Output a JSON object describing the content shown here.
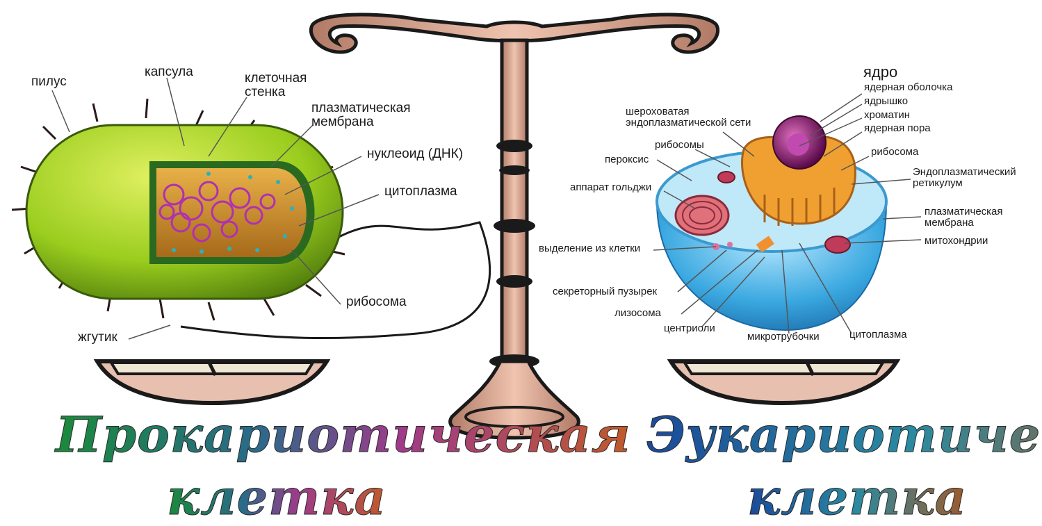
{
  "prokaryote": {
    "labels": {
      "pilus": "пилус",
      "capsule": "капсула",
      "cell_wall": "клеточная\nстенка",
      "plasma_membrane": "плазматическая\nмембрана",
      "nucleoid": "нуклеоид (ДНК)",
      "cytoplasm": "цитоплазма",
      "ribosome": "рибосома",
      "flagellum": "жгутик"
    },
    "title_line1": "Прокариотическая",
    "title_line2": "клетка",
    "colors": {
      "body": "#9acd1e",
      "interior": "#c98a2a",
      "dna": "#c040c0"
    }
  },
  "eukaryote": {
    "labels": {
      "nucleus": "ядро",
      "nuclear_envelope": "ядерная оболочка",
      "nucleolus": "ядрышко",
      "chromatin": "хроматин",
      "nuclear_pore": "ядерная пора",
      "rough_er": "шероховатая\nэндоплазматической сети",
      "ribosomes": "рибосомы",
      "ribosome": "рибосома",
      "peroxisome": "пероксис",
      "er": "Эндоплазматический\nретикулум",
      "golgi": "аппарат гольджи",
      "plasma_membrane": "плазматическая\nмембрана",
      "mitochondria": "митохондрии",
      "secretion": "выделение из клетки",
      "secretory_vesicle": "секреторный пузырек",
      "lysosome": "лизосома",
      "centrioles": "центриоли",
      "microtubules": "микротрубочки",
      "cytoplasm": "цитоплазма"
    },
    "title_line1": "Эукариотическая",
    "title_line2": "клетка",
    "colors": {
      "cell": "#3aa8e0",
      "er": "#f0a030",
      "nucleus": "#8a1a6a"
    }
  },
  "scale_color": "#d9a28a"
}
